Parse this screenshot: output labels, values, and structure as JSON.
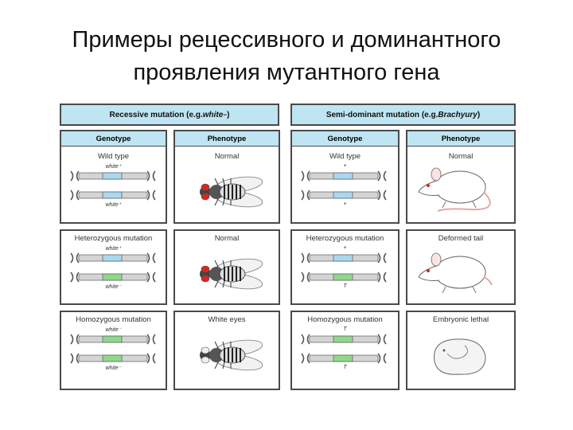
{
  "title": {
    "line1": "Примеры рецессивного и доминантного",
    "line2": "проявления мутантного гена"
  },
  "recessive": {
    "header_text": "Recessive mutation (e.g. ",
    "header_gene": "white",
    "header_gene_sup": "−",
    "header_close": ")",
    "genotype_header": "Genotype",
    "phenotype_header": "Phenotype",
    "rows": [
      {
        "genotype": "Wild type",
        "allele_top": "white⁺",
        "allele_bottom": "white⁺",
        "phenotype": "Normal",
        "colors": [
          "#a8d8f0",
          "#a8d8f0"
        ]
      },
      {
        "genotype": "Heterozygous mutation",
        "allele_top": "white⁺",
        "allele_bottom": "white⁻",
        "phenotype": "Normal",
        "colors": [
          "#a8d8f0",
          "#8fd88a"
        ]
      },
      {
        "genotype": "Homozygous mutation",
        "allele_top": "white⁻",
        "allele_bottom": "white⁻",
        "phenotype": "White eyes",
        "colors": [
          "#8fd88a",
          "#8fd88a"
        ]
      }
    ]
  },
  "semidominant": {
    "header_text": "Semi-dominant mutation (e.g. ",
    "header_gene": "Brachyury",
    "header_close": ")",
    "genotype_header": "Genotype",
    "phenotype_header": "Phenotype",
    "rows": [
      {
        "genotype": "Wild type",
        "allele_top": "+",
        "allele_bottom": "+",
        "phenotype": "Normal",
        "colors": [
          "#a8d8f0",
          "#a8d8f0"
        ]
      },
      {
        "genotype": "Heterozygous mutation",
        "allele_top": "+",
        "allele_bottom": "T",
        "phenotype": "Deformed tail",
        "colors": [
          "#a8d8f0",
          "#8fd88a"
        ]
      },
      {
        "genotype": "Homozygous mutation",
        "allele_top": "T",
        "allele_bottom": "T",
        "phenotype": "Embryonic lethal",
        "colors": [
          "#8fd88a",
          "#8fd88a"
        ]
      }
    ]
  }
}
